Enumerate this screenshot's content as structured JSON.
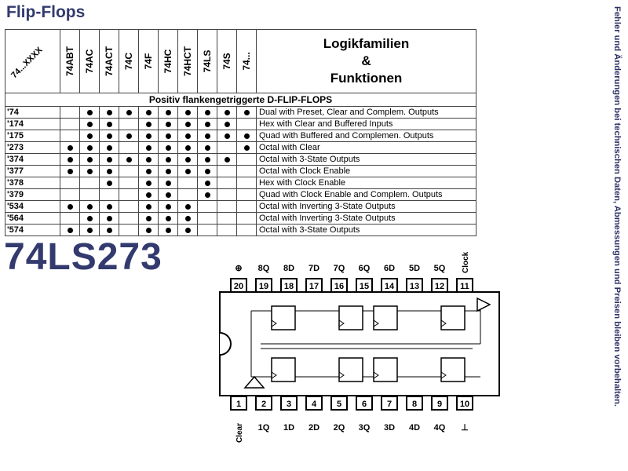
{
  "page_title": "Flip-Flops",
  "side_note": "Fehler und Änderungen bei technischen Daten, Abmessungen und Preisen bleiben vorbehalten.",
  "part_number": "74LS273",
  "table": {
    "corner_label": "74...XXXX",
    "families": [
      "74ABT",
      "74AC",
      "74ACT",
      "74C",
      "74F",
      "74HC",
      "74HCT",
      "74LS",
      "74S",
      "74..."
    ],
    "title_lines": [
      "Logikfamilien",
      "&",
      "Funktionen"
    ],
    "section": "Positiv flankengetriggerte D-FLIP-FLOPS",
    "rows": [
      {
        "part": "'74",
        "marks": [
          0,
          1,
          1,
          1,
          1,
          1,
          1,
          1,
          1,
          1
        ],
        "function": "Dual with Preset, Clear and Complem. Outputs"
      },
      {
        "part": "'174",
        "marks": [
          0,
          1,
          1,
          0,
          1,
          1,
          1,
          1,
          1,
          0
        ],
        "function": "Hex with Clear and Buffered Inputs"
      },
      {
        "part": "'175",
        "marks": [
          0,
          1,
          1,
          1,
          1,
          1,
          1,
          1,
          1,
          1
        ],
        "function": "Quad with Buffered and Complemen. Outputs"
      },
      {
        "part": "'273",
        "marks": [
          1,
          1,
          1,
          0,
          1,
          1,
          1,
          1,
          0,
          1
        ],
        "function": "Octal with Clear"
      },
      {
        "part": "'374",
        "marks": [
          1,
          1,
          1,
          1,
          1,
          1,
          1,
          1,
          1,
          0
        ],
        "function": "Octal with 3-State Outputs"
      },
      {
        "part": "'377",
        "marks": [
          1,
          1,
          1,
          0,
          1,
          1,
          1,
          1,
          0,
          0
        ],
        "function": "Octal with Clock Enable"
      },
      {
        "part": "'378",
        "marks": [
          0,
          0,
          1,
          0,
          1,
          1,
          0,
          1,
          0,
          0
        ],
        "function": "Hex with Clock Enable"
      },
      {
        "part": "'379",
        "marks": [
          0,
          0,
          0,
          0,
          1,
          1,
          0,
          1,
          0,
          0
        ],
        "function": "Quad with Clock Enable and Complem. Outputs"
      },
      {
        "part": "'534",
        "marks": [
          1,
          1,
          1,
          0,
          1,
          1,
          1,
          0,
          0,
          0
        ],
        "function": "Octal with Inverting 3-State Outputs"
      },
      {
        "part": "'564",
        "marks": [
          0,
          1,
          1,
          0,
          1,
          1,
          1,
          0,
          0,
          0
        ],
        "function": "Octal with Inverting 3-State Outputs"
      },
      {
        "part": "'574",
        "marks": [
          1,
          1,
          1,
          0,
          1,
          1,
          1,
          0,
          0,
          0
        ],
        "function": "Octal with 3-State Outputs"
      }
    ]
  },
  "pinout": {
    "top_labels": [
      "⊕",
      "8Q",
      "8D",
      "7D",
      "7Q",
      "6Q",
      "6D",
      "5D",
      "5Q",
      "Clock"
    ],
    "top_pins": [
      "20",
      "19",
      "18",
      "17",
      "16",
      "15",
      "14",
      "13",
      "12",
      "11"
    ],
    "bottom_pins": [
      "1",
      "2",
      "3",
      "4",
      "5",
      "6",
      "7",
      "8",
      "9",
      "10"
    ],
    "bottom_labels": [
      "Clear",
      "1Q",
      "1D",
      "2D",
      "2Q",
      "3Q",
      "3D",
      "4D",
      "4Q",
      "⊥"
    ]
  }
}
